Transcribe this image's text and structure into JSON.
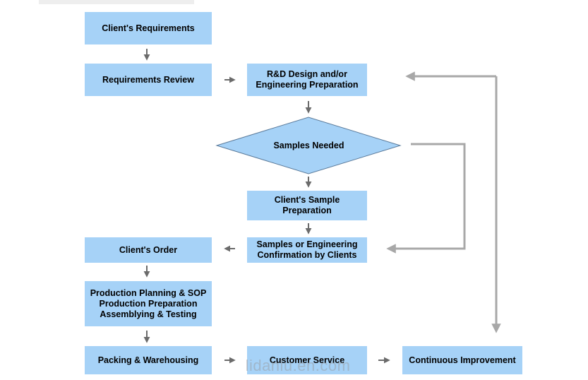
{
  "colors": {
    "box_fill": "#a6d2f7",
    "arrow": "#6b6b6b",
    "loop_line": "#a8a8a8"
  },
  "nodes": {
    "clients_requirements": "Client's Requirements",
    "requirements_review": "Requirements Review",
    "rd_design": "R&D Design and/or\nEngineering Preparation",
    "samples_needed": "Samples Needed",
    "client_sample_prep": "Client's Sample\nPreparation",
    "samples_confirmation": "Samples or Engineering\nConfirmation by Clients",
    "clients_order": "Client's Order",
    "production_planning": "Production Planning & SOP\nProduction Preparation\nAssemblying & Testing",
    "packing": "Packing & Warehousing",
    "customer_service": "Customer Service",
    "continuous_improvement": "Continuous Improvement"
  },
  "watermark": "lidanlu.en.com"
}
